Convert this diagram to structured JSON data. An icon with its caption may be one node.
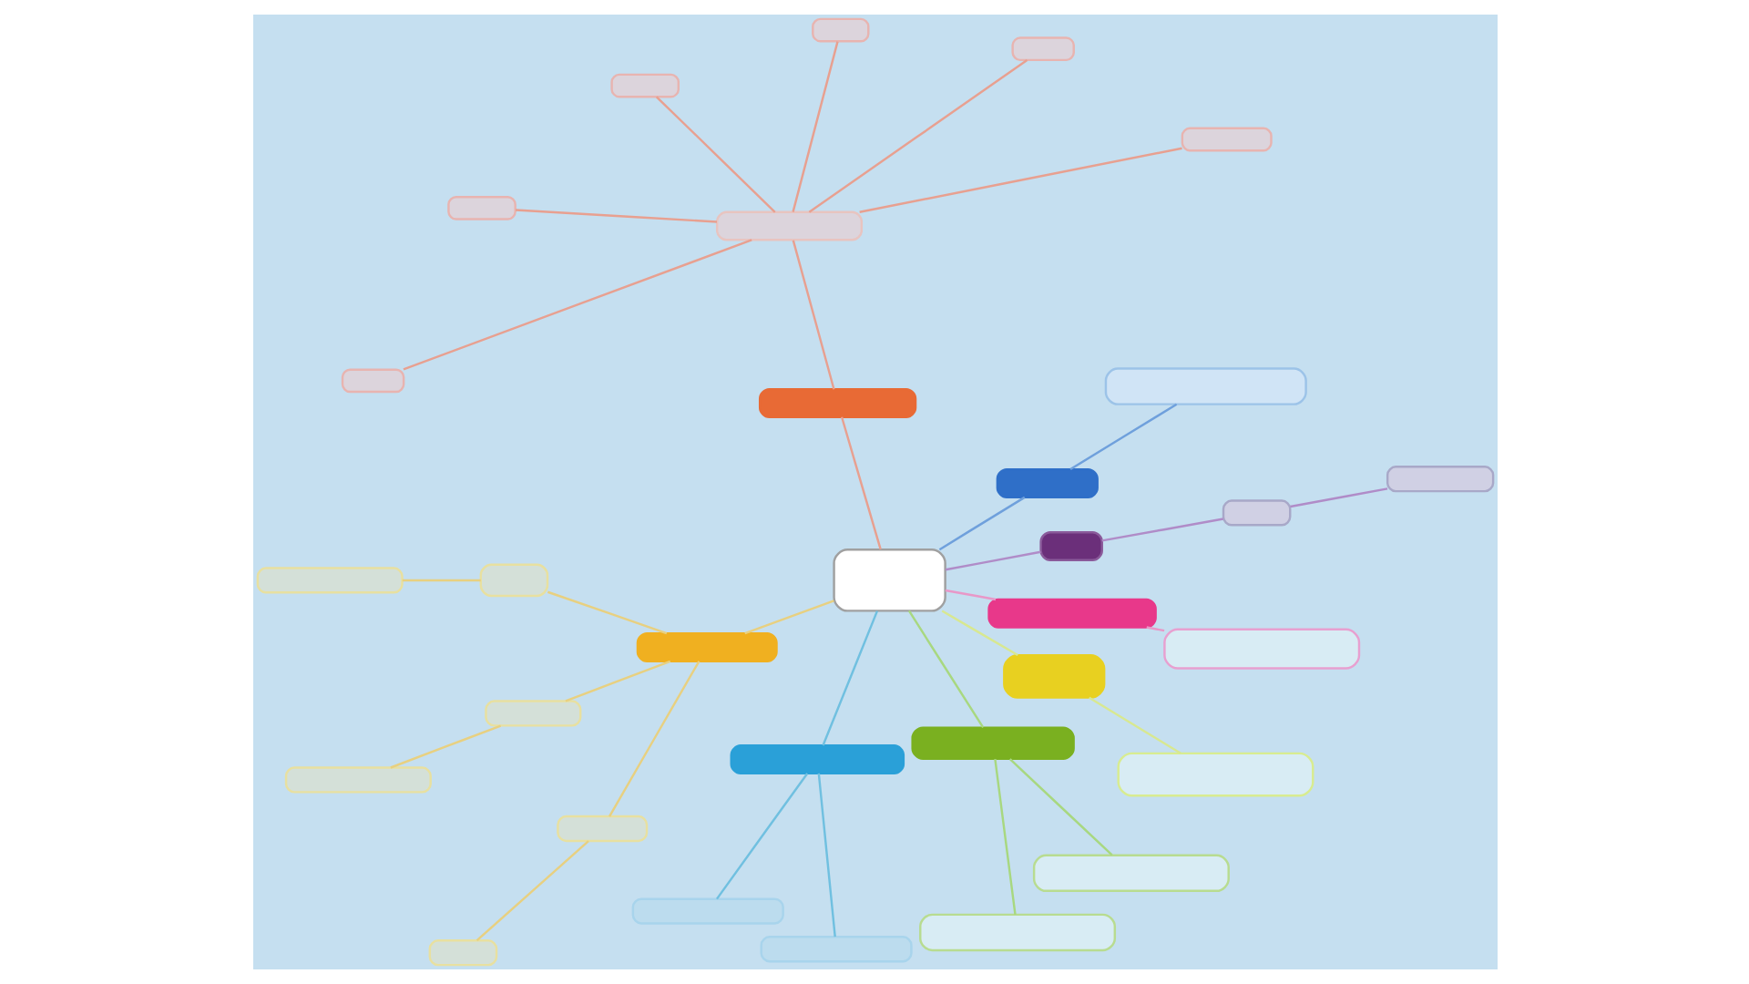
{
  "diagram": {
    "nodes": [
      {
        "text": [],
        "shape": "box"
      },
      {
        "text": [],
        "shape": "box"
      },
      {
        "text": [],
        "shape": "box"
      },
      {
        "text": [],
        "shape": "box"
      },
      {
        "text": [],
        "shape": "box"
      },
      {
        "text": [],
        "shape": "box"
      },
      {
        "text": [],
        "shape": "box"
      },
      {
        "text": [],
        "shape": "box"
      },
      {
        "text": [],
        "shape": "box"
      },
      {
        "text": [],
        "shape": "box"
      },
      {
        "text": [],
        "shape": "box"
      },
      {
        "text": [],
        "shape": "box"
      },
      {
        "text": [],
        "shape": "box"
      },
      {
        "text": [],
        "shape": "box"
      },
      {
        "text": [],
        "shape": "box"
      },
      {
        "text": [],
        "shape": "box"
      },
      {
        "text": [],
        "shape": "box"
      },
      {
        "text": [],
        "shape": "box"
      },
      {
        "text": [],
        "shape": "box"
      },
      {
        "text": [],
        "shape": "box"
      },
      {
        "text": [],
        "shape": "box"
      },
      {
        "text": [],
        "shape": "box"
      },
      {
        "text": [],
        "shape": "box"
      },
      {
        "text": [],
        "shape": "box"
      },
      {
        "text": [],
        "shape": "box"
      },
      {
        "text": [],
        "shape": "box"
      },
      {
        "text": [],
        "shape": "box"
      },
      {
        "text": [],
        "shape": "box"
      },
      {
        "text": [],
        "shape": "box"
      },
      {
        "text": [],
        "shape": "box"
      },
      {
        "text": [],
        "shape": "box"
      }
    ],
    "edges": [
      {
        "from": 0,
        "to": 1,
        "arrow": "none",
        "color": "#b08cc8"
      },
      {
        "from": 1,
        "to": 2,
        "arrow": "none",
        "color": "#b08cc8"
      },
      {
        "from": 2,
        "to": 3,
        "arrow": "none",
        "color": "#b08cc8"
      },
      {
        "from": 0,
        "to": 4,
        "arrow": "none",
        "color": "#6fa0dc"
      },
      {
        "from": 4,
        "to": 5,
        "arrow": "none",
        "color": "#6fa0dc"
      },
      {
        "from": 0,
        "to": 6,
        "arrow": "none",
        "color": "#e8a090"
      },
      {
        "from": 6,
        "to": 7,
        "arrow": "none",
        "color": "#e8a090"
      },
      {
        "from": 7,
        "to": 8,
        "arrow": "none",
        "color": "#e8a090"
      },
      {
        "from": 7,
        "to": 9,
        "arrow": "none",
        "color": "#e8a090"
      },
      {
        "from": 7,
        "to": 10,
        "arrow": "none",
        "color": "#e8a090"
      },
      {
        "from": 7,
        "to": 11,
        "arrow": "none",
        "color": "#e8a090"
      },
      {
        "from": 7,
        "to": 12,
        "arrow": "none",
        "color": "#e8a090"
      },
      {
        "from": 7,
        "to": 13,
        "arrow": "none",
        "color": "#e8a090"
      },
      {
        "from": 0,
        "to": 14,
        "arrow": "none",
        "color": "#e8d080"
      },
      {
        "from": 14,
        "to": 15,
        "arrow": "none",
        "color": "#e8d080"
      },
      {
        "from": 15,
        "to": 16,
        "arrow": "none",
        "color": "#e8d080"
      },
      {
        "from": 14,
        "to": 17,
        "arrow": "none",
        "color": "#e8d080"
      },
      {
        "from": 17,
        "to": 18,
        "arrow": "none",
        "color": "#e8d080"
      },
      {
        "from": 14,
        "to": 19,
        "arrow": "none",
        "color": "#e8d080"
      },
      {
        "from": 19,
        "to": 20,
        "arrow": "none",
        "color": "#e8d080"
      },
      {
        "from": 0,
        "to": 21,
        "arrow": "none",
        "color": "#70c0e0"
      },
      {
        "from": 21,
        "to": 22,
        "arrow": "none",
        "color": "#70c0e0"
      },
      {
        "from": 21,
        "to": 23,
        "arrow": "none",
        "color": "#70c0e0"
      },
      {
        "from": 0,
        "to": 24,
        "arrow": "none",
        "color": "#a8d880"
      },
      {
        "from": 24,
        "to": 25,
        "arrow": "none",
        "color": "#a8d880"
      },
      {
        "from": 24,
        "to": 26,
        "arrow": "none",
        "color": "#a8d880"
      },
      {
        "from": 0,
        "to": 27,
        "arrow": "none",
        "color": "#d8e890"
      },
      {
        "from": 27,
        "to": 28,
        "arrow": "none",
        "color": "#d8e890"
      },
      {
        "from": 0,
        "to": 29,
        "arrow": "none",
        "color": "#e898c8"
      },
      {
        "from": 29,
        "to": 30,
        "arrow": "none",
        "color": "#e898c8"
      }
    ]
  }
}
